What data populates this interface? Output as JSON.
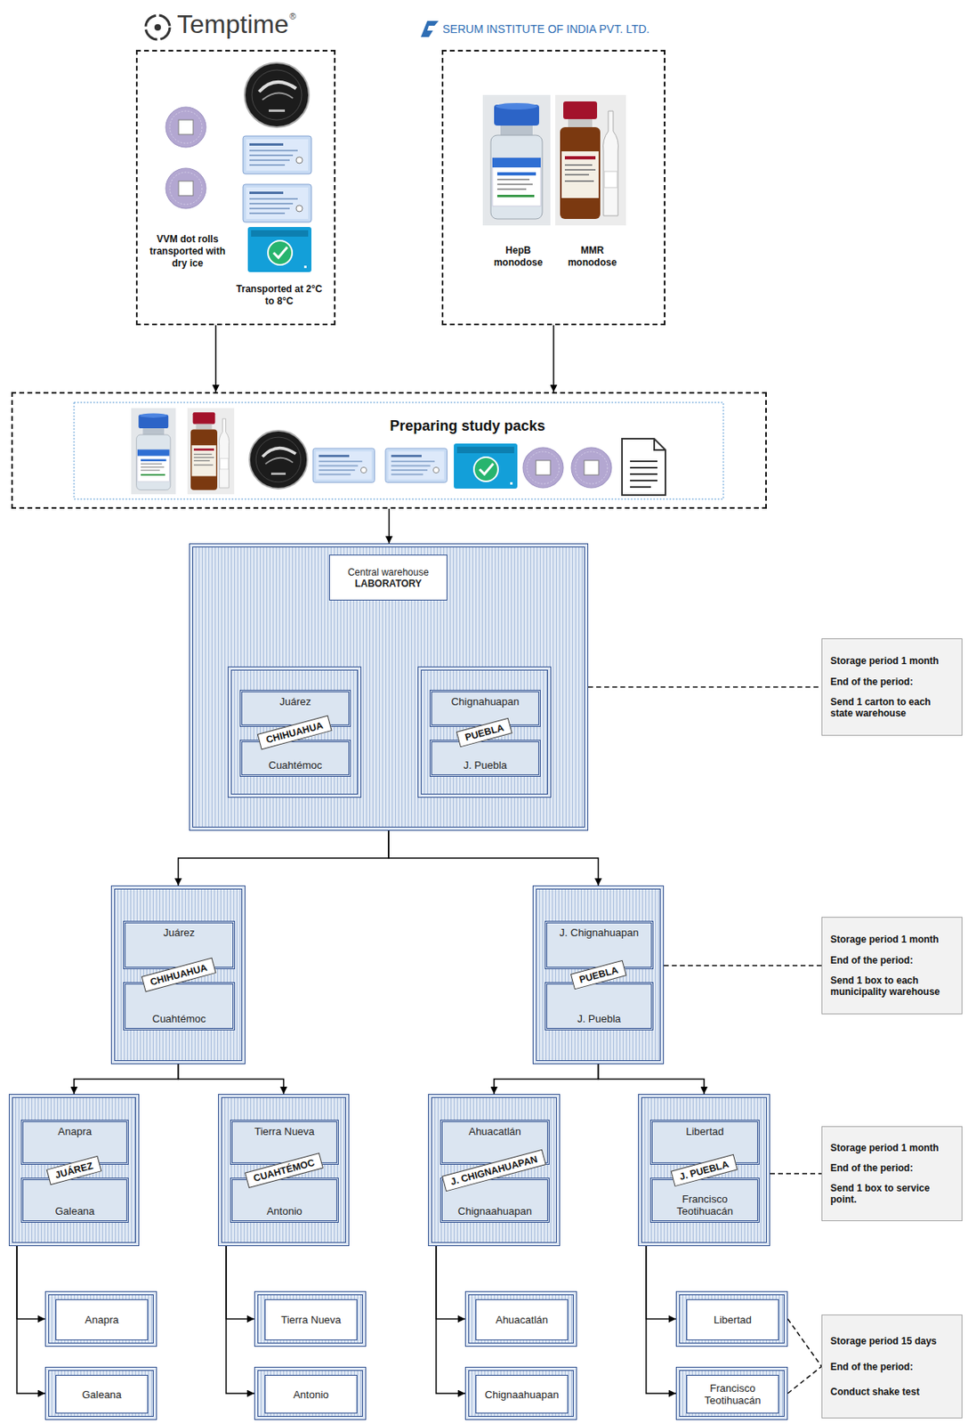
{
  "diagram": {
    "nodes": [
      {
        "text": [
          "VVM dot rolls transported with dry ice",
          "Transported at 2°C to 8°C"
        ]
      },
      {
        "text": [
          "HepB monodose",
          "MMR monodose"
        ]
      },
      {
        "text": [
          "Preparing study packs"
        ]
      },
      {
        "text": [
          "Central warehouse",
          "LABORATORY"
        ]
      },
      {
        "text": [
          "CHIHUAHUA"
        ],
        "in": 3
      },
      {
        "text": [
          "Juárez"
        ],
        "in": 4
      },
      {
        "text": [
          "Cuahtémoc"
        ],
        "in": 4
      },
      {
        "text": [
          "PUEBLA"
        ],
        "in": 3
      },
      {
        "text": [
          "Chignahuapan"
        ],
        "in": 7
      },
      {
        "text": [
          "J. Puebla"
        ],
        "in": 7
      },
      {
        "text": [
          "Storage period 1 month",
          "End of the period:",
          "Send 1 carton to each state warehouse"
        ]
      },
      {
        "text": [
          "CHIHUAHUA"
        ]
      },
      {
        "text": [
          "Juárez"
        ],
        "in": 11
      },
      {
        "text": [
          "Cuahtémoc"
        ],
        "in": 11
      },
      {
        "text": [
          "PUEBLA"
        ]
      },
      {
        "text": [
          "J. Chignahuapan"
        ],
        "in": 14
      },
      {
        "text": [
          "J. Puebla"
        ],
        "in": 14
      },
      {
        "text": [
          "Storage period 1 month",
          "End of the period:",
          "Send 1 box to each municipality warehouse"
        ]
      },
      {
        "text": [
          "JUÁREZ"
        ]
      },
      {
        "text": [
          "Anapra"
        ],
        "in": 18
      },
      {
        "text": [
          "Galeana"
        ],
        "in": 18
      },
      {
        "text": [
          "CUAHTÉMOC"
        ]
      },
      {
        "text": [
          "Tierra Nueva"
        ],
        "in": 21
      },
      {
        "text": [
          "Antonio"
        ],
        "in": 21
      },
      {
        "text": [
          "J. CHIGNAHUAPAN"
        ]
      },
      {
        "text": [
          "Ahuacatlán"
        ],
        "in": 24
      },
      {
        "text": [
          "Chignaahuapan"
        ],
        "in": 24
      },
      {
        "text": [
          "J. PUEBLA"
        ]
      },
      {
        "text": [
          "Libertad"
        ],
        "in": 27
      },
      {
        "text": [
          "Francisco Teotihuacán"
        ],
        "in": 27
      },
      {
        "text": [
          "Storage period 1 month",
          "End of the period:",
          "Send 1 box to service point."
        ]
      },
      {
        "text": [
          "Anapra"
        ]
      },
      {
        "text": [
          "Tierra Nueva"
        ]
      },
      {
        "text": [
          "Ahuacatlán"
        ]
      },
      {
        "text": [
          "Libertad"
        ]
      },
      {
        "text": [
          "Storage period 15 days",
          "End of the period:",
          "Conduct shake test"
        ]
      },
      {
        "text": [
          "Galeana"
        ]
      },
      {
        "text": [
          "Antonio"
        ]
      },
      {
        "text": [
          "Chignaahuapan"
        ]
      },
      {
        "text": [
          "Francisco Teotihuacán"
        ]
      }
    ],
    "edges": [
      {
        "from": 0,
        "to": 2,
        "arrow": "to"
      },
      {
        "from": 1,
        "to": 2,
        "arrow": "to"
      },
      {
        "from": 2,
        "to": 3,
        "arrow": "to"
      },
      {
        "from": 3,
        "to": 10,
        "arrow": "none"
      },
      {
        "from": 3,
        "to": 11,
        "arrow": "to"
      },
      {
        "from": 3,
        "to": 14,
        "arrow": "to"
      },
      {
        "from": 14,
        "to": 17,
        "arrow": "none"
      },
      {
        "from": 11,
        "to": 18,
        "arrow": "to"
      },
      {
        "from": 11,
        "to": 21,
        "arrow": "to"
      },
      {
        "from": 14,
        "to": 24,
        "arrow": "to"
      },
      {
        "from": 14,
        "to": 27,
        "arrow": "to"
      },
      {
        "from": 27,
        "to": 30,
        "arrow": "none"
      },
      {
        "from": 18,
        "to": 31,
        "arrow": "to"
      },
      {
        "from": 18,
        "to": 36,
        "arrow": "to"
      },
      {
        "from": 21,
        "to": 32,
        "arrow": "to"
      },
      {
        "from": 21,
        "to": 37,
        "arrow": "to"
      },
      {
        "from": 24,
        "to": 33,
        "arrow": "to"
      },
      {
        "from": 24,
        "to": 38,
        "arrow": "to"
      },
      {
        "from": 27,
        "to": 34,
        "arrow": "to"
      },
      {
        "from": 27,
        "to": 39,
        "arrow": "to"
      },
      {
        "from": 34,
        "to": 35,
        "arrow": "none"
      },
      {
        "from": 39,
        "to": 35,
        "arrow": "none"
      }
    ],
    "labels": [
      "Temptime",
      "®",
      "SERUM INSTITUTE OF INDIA PVT. LTD."
    ]
  }
}
